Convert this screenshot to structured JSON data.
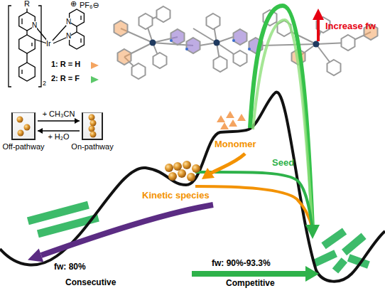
{
  "diagram": {
    "nodes": [
      {
        "text": [
          "Off-pathway"
        ]
      },
      {
        "text": [
          "On-pathway"
        ]
      }
    ],
    "edges": [
      {
        "from": 0,
        "to": 1,
        "arrow": "to",
        "label": "+ CH₃CN"
      },
      {
        "from": 1,
        "to": 0,
        "arrow": "to",
        "label": "+ H₂O"
      }
    ],
    "labels": [
      "R",
      "N",
      "Ir",
      "N",
      "N",
      "2",
      "⊕",
      "PF₆⊖",
      "1: R = H",
      "2: R = F",
      "Monomer",
      "Increase fw",
      "Seed",
      "Kinetic species",
      "fw: 80%",
      "Consecutive",
      "fw: 90%-93.3%",
      "Competitive"
    ]
  }
}
